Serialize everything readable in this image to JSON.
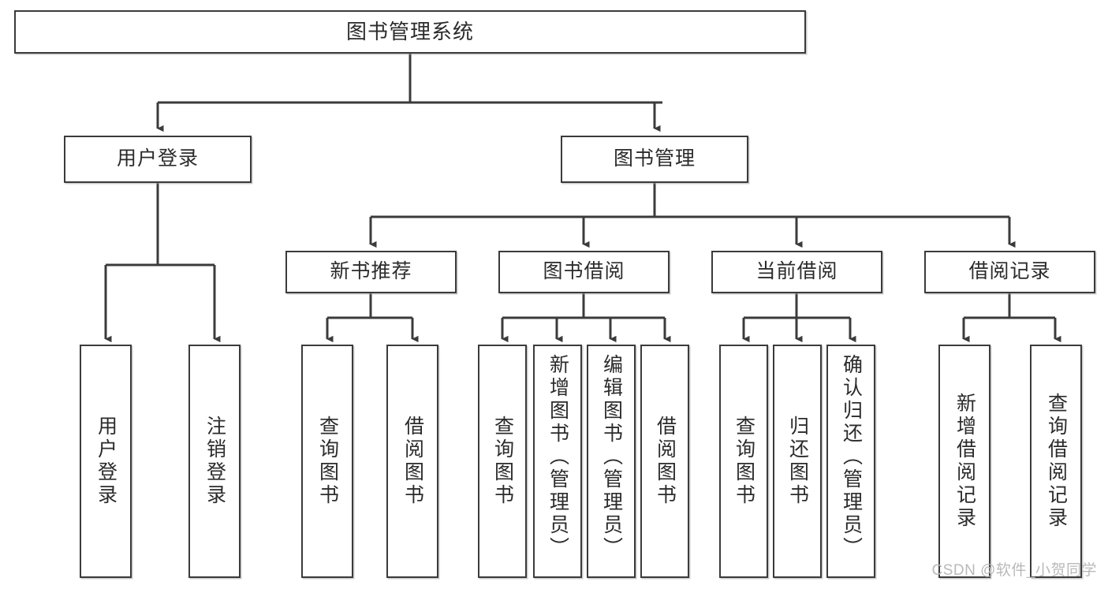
{
  "diagram": {
    "type": "tree-hierarchy-diagram",
    "title": "图书管理系统",
    "colors": {
      "background": "#ffffff",
      "node_border": "#3b3b3b",
      "node_fill": "#ffffff",
      "edge": "#3b3b3b",
      "text": "#2b2b2b",
      "watermark": "#b9b9b9"
    },
    "levels": [
      {
        "level": 1,
        "nodes": [
          {
            "id": "root",
            "label": "图书管理系统",
            "orientation": "horizontal"
          }
        ]
      },
      {
        "level": 2,
        "nodes": [
          {
            "id": "user-login",
            "label": "用户登录",
            "orientation": "horizontal"
          },
          {
            "id": "book-manage",
            "label": "图书管理",
            "orientation": "horizontal"
          }
        ]
      },
      {
        "level": 3,
        "nodes": [
          {
            "id": "new-book-rec",
            "label": "新书推荐",
            "orientation": "horizontal"
          },
          {
            "id": "book-borrow",
            "label": "图书借阅",
            "orientation": "horizontal"
          },
          {
            "id": "current-borrow",
            "label": "当前借阅",
            "orientation": "horizontal"
          },
          {
            "id": "borrow-record",
            "label": "借阅记录",
            "orientation": "horizontal"
          }
        ]
      },
      {
        "level": 4,
        "nodes": [
          {
            "id": "leaf-user-login",
            "label": "用户登录",
            "orientation": "vertical",
            "parent": "user-login"
          },
          {
            "id": "leaf-logout",
            "label": "注销登录",
            "orientation": "vertical",
            "parent": "user-login"
          },
          {
            "id": "leaf-query-book-1",
            "label": "查询图书",
            "orientation": "vertical",
            "parent": "new-book-rec"
          },
          {
            "id": "leaf-borrow-book-1",
            "label": "借阅图书",
            "orientation": "vertical",
            "parent": "new-book-rec"
          },
          {
            "id": "leaf-query-book-2",
            "label": "查询图书",
            "orientation": "vertical",
            "parent": "book-borrow"
          },
          {
            "id": "leaf-add-book",
            "label": "新增图书（管理员）",
            "orientation": "vertical",
            "parent": "book-borrow"
          },
          {
            "id": "leaf-edit-book",
            "label": "编辑图书（管理员）",
            "orientation": "vertical",
            "parent": "book-borrow"
          },
          {
            "id": "leaf-borrow-book-2",
            "label": "借阅图书",
            "orientation": "vertical",
            "parent": "book-borrow"
          },
          {
            "id": "leaf-query-book-3",
            "label": "查询图书",
            "orientation": "vertical",
            "parent": "current-borrow"
          },
          {
            "id": "leaf-return-book",
            "label": "归还图书",
            "orientation": "vertical",
            "parent": "current-borrow"
          },
          {
            "id": "leaf-confirm-return",
            "label": "确认归还（管理员）",
            "orientation": "vertical",
            "parent": "current-borrow"
          },
          {
            "id": "leaf-add-record",
            "label": "新增借阅记录",
            "orientation": "vertical",
            "parent": "borrow-record"
          },
          {
            "id": "leaf-query-record",
            "label": "查询借阅记录",
            "orientation": "vertical",
            "parent": "borrow-record"
          }
        ]
      }
    ],
    "edges": [
      {
        "from": "root",
        "to": "user-login"
      },
      {
        "from": "root",
        "to": "book-manage"
      },
      {
        "from": "user-login",
        "to": "leaf-user-login"
      },
      {
        "from": "user-login",
        "to": "leaf-logout"
      },
      {
        "from": "book-manage",
        "to": "new-book-rec"
      },
      {
        "from": "book-manage",
        "to": "book-borrow"
      },
      {
        "from": "book-manage",
        "to": "current-borrow"
      },
      {
        "from": "book-manage",
        "to": "borrow-record"
      },
      {
        "from": "new-book-rec",
        "to": "leaf-query-book-1"
      },
      {
        "from": "new-book-rec",
        "to": "leaf-borrow-book-1"
      },
      {
        "from": "book-borrow",
        "to": "leaf-query-book-2"
      },
      {
        "from": "book-borrow",
        "to": "leaf-add-book"
      },
      {
        "from": "book-borrow",
        "to": "leaf-edit-book"
      },
      {
        "from": "book-borrow",
        "to": "leaf-borrow-book-2"
      },
      {
        "from": "current-borrow",
        "to": "leaf-query-book-3"
      },
      {
        "from": "current-borrow",
        "to": "leaf-return-book"
      },
      {
        "from": "current-borrow",
        "to": "leaf-confirm-return"
      },
      {
        "from": "borrow-record",
        "to": "leaf-add-record"
      },
      {
        "from": "borrow-record",
        "to": "leaf-query-record"
      }
    ]
  },
  "watermark": {
    "text": "CSDN @软件_小贺同学"
  }
}
